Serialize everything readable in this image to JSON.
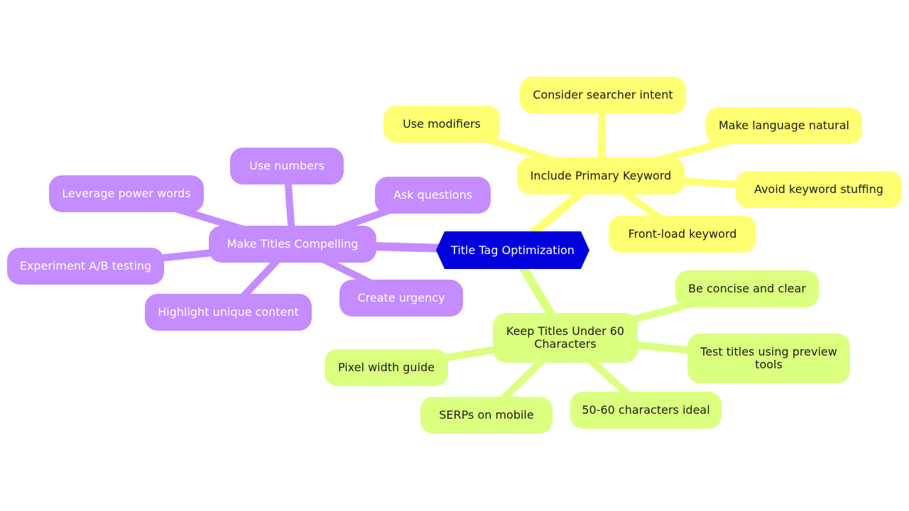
{
  "diagram": {
    "root": {
      "label": "Title Tag Optimization",
      "color": "#0000dd"
    },
    "branches": [
      {
        "label": "Include Primary Keyword",
        "color": "#ffff73",
        "children": [
          "Consider searcher intent",
          "Use modifiers",
          "Make language natural",
          "Avoid keyword stuffing",
          "Front-load keyword"
        ]
      },
      {
        "label": "Keep Titles Under 60 Characters",
        "color": "#dbff7f",
        "children": [
          "Be concise and clear",
          "Test titles using preview tools",
          "50-60 characters ideal",
          "SERPs on mobile",
          "Pixel width guide"
        ]
      },
      {
        "label": "Make Titles Compelling",
        "color": "#c48cff",
        "children": [
          "Use numbers",
          "Leverage power words",
          "Ask questions",
          "Experiment A/B testing",
          "Create urgency",
          "Highlight unique content"
        ]
      }
    ]
  }
}
